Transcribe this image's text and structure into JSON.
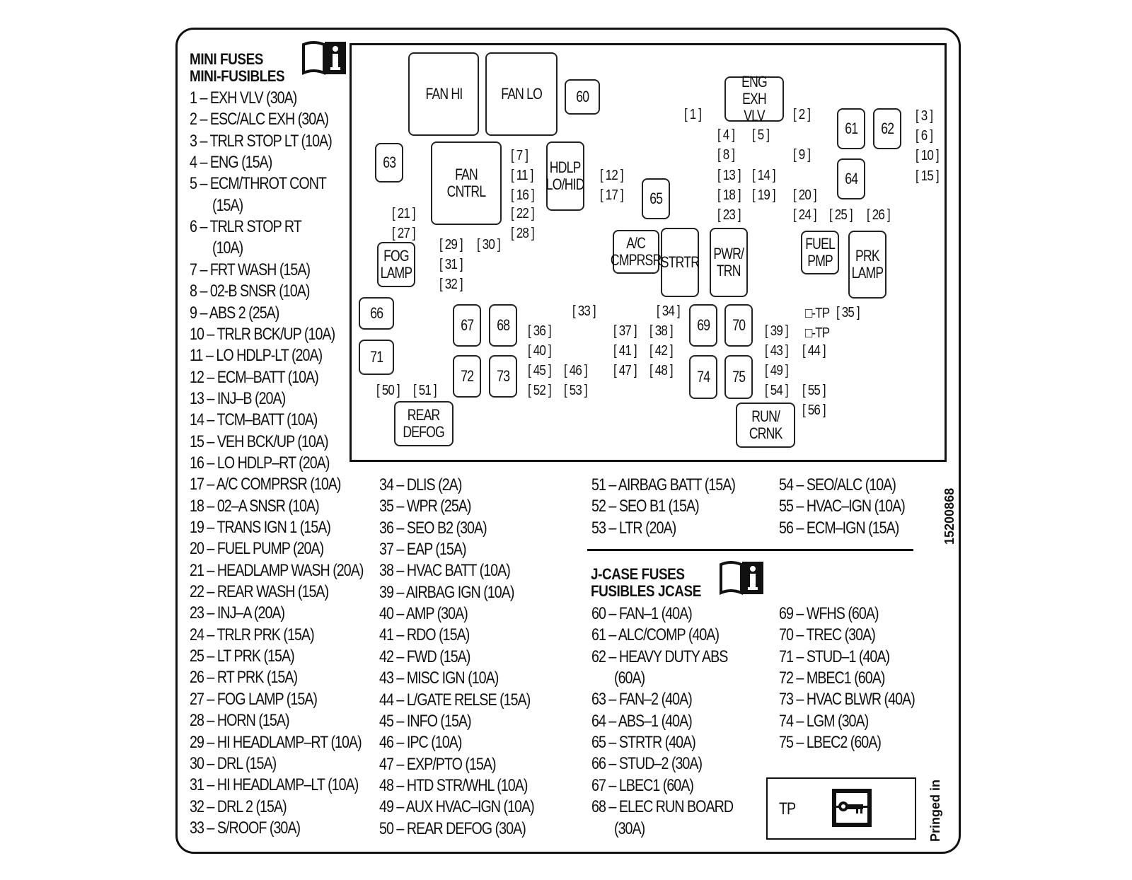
{
  "mini_header": {
    "line1": "MINI FUSES",
    "line2": "MINI-FUSIBLES"
  },
  "jcase_header": {
    "line1": "J-CASE FUSES",
    "line2": "FUSIBLES JCASE"
  },
  "part_number": "15200868",
  "printed_in": "Pringed in",
  "tp_label": "TP",
  "icons": {
    "manual": "manual-book-icon",
    "service": "service-wrench-book-icon"
  },
  "diagram": {
    "fan_hi": "FAN HI",
    "fan_lo": "FAN LO",
    "fan_cntrl": "FAN CNTRL",
    "hdlp": "HDLP\nLO/HID",
    "eng_exh": "ENG EXH\nVLV",
    "fog_lamp": "FOG\nLAMP",
    "ac_cmprsr": "A/C\nCMPRSR",
    "strtr": "STRTR",
    "pwr_trn": "PWR/\nTRN",
    "fuel_pmp": "FUEL\nPMP",
    "prk_lamp": "PRK\nLAMP",
    "rear_defog": "REAR\nDEFOG",
    "run_crnk": "RUN/\nCRNK",
    "tp1": "-TP",
    "tp2": "-TP",
    "relays": [
      "60",
      "61",
      "62",
      "63",
      "64",
      "65",
      "66",
      "67",
      "68",
      "69",
      "70",
      "71",
      "72",
      "73",
      "74",
      "75"
    ],
    "mini": [
      "1",
      "2",
      "3",
      "4",
      "5",
      "6",
      "7",
      "8",
      "9",
      "10",
      "11",
      "12",
      "13",
      "14",
      "15",
      "16",
      "17",
      "18",
      "19",
      "20",
      "21",
      "22",
      "23",
      "24",
      "25",
      "26",
      "27",
      "28",
      "29",
      "30",
      "31",
      "32",
      "33",
      "34",
      "35",
      "36",
      "37",
      "38",
      "39",
      "40",
      "41",
      "42",
      "43",
      "44",
      "45",
      "46",
      "47",
      "48",
      "49",
      "50",
      "51",
      "52",
      "53",
      "54",
      "55",
      "56"
    ]
  },
  "list_col1": [
    "1 – EXH VLV (30A)",
    "2 – ESC/ALC EXH (30A)",
    "3 – TRLR STOP LT (10A)",
    "4 – ENG (15A)",
    "5 – ECM/THROT CONT",
    "(15A)",
    "6 – TRLR STOP RT",
    "(10A)",
    "7 – FRT WASH (15A)",
    "8 – 02-B SNSR  (10A)",
    "9 – ABS 2 (25A)",
    "10 – TRLR BCK/UP (10A)",
    "11 – LO HDLP-LT (20A)",
    "12 – ECM–BATT (10A)",
    "13 – INJ–B (20A)",
    "14 – TCM–BATT (10A)",
    "15 – VEH BCK/UP (10A)",
    "16 – LO HDLP–RT (20A)",
    "17 – A/C COMPRSR (10A)",
    "18 – 02–A SNSR (10A)",
    "19 – TRANS IGN 1 (15A)",
    "20 – FUEL PUMP (20A)",
    "21 – HEADLAMP WASH (20A)",
    "22 – REAR WASH (15A)",
    "23 – INJ–A (20A)",
    "24 – TRLR PRK (15A)",
    "25 – LT PRK (15A)",
    "26 – RT PRK (15A)",
    "27 – FOG LAMP (15A)",
    "28 – HORN (15A)",
    "29 – HI HEADLAMP–RT (10A)",
    "30 – DRL (15A)",
    "31 – HI HEADLAMP–LT (10A)",
    "32 – DRL 2 (15A)",
    "33 – S/ROOF (30A)"
  ],
  "list_col2": [
    "34 – DLIS (2A)",
    "35 – WPR (25A)",
    "36 – SEO B2 (30A)",
    "37 – EAP (15A)",
    "38 – HVAC BATT (10A)",
    "39 – AIRBAG IGN (10A)",
    "40 – AMP (30A)",
    "41 – RDO (15A)",
    "42 – FWD (15A)",
    "43 – MISC IGN (10A)",
    "44 – L/GATE RELSE (15A)",
    "45 – INFO (15A)",
    "46 – IPC (10A)",
    "47 – EXP/PTO (15A)",
    "48 – HTD STR/WHL (10A)",
    "49 – AUX HVAC–IGN (10A)",
    "50 – REAR DEFOG (30A)"
  ],
  "list_col3": [
    "51 – AIRBAG BATT (15A)",
    "52 – SEO B1 (15A)",
    "53 – LTR (20A)"
  ],
  "list_col4": [
    "54 – SEO/ALC (10A)",
    "55 – HVAC–IGN (10A)",
    "56 – ECM–IGN (15A)"
  ],
  "list_col5": [
    "60 – FAN–1 (40A)",
    "61 – ALC/COMP (40A)",
    "62 – HEAVY DUTY ABS",
    "(60A)",
    "63 – FAN–2 (40A)",
    "64 – ABS–1 (40A)",
    "65 – STRTR (40A)",
    "66 – STUD–2 (30A)",
    "67 – LBEC1 (60A)",
    "68 – ELEC RUN BOARD",
    "(30A)"
  ],
  "list_col6": [
    "69 – WFHS (60A)",
    "70 – TREC (30A)",
    "71 – STUD–1 (40A)",
    "72 – MBEC1 (60A)",
    "73 – HVAC BLWR (40A)",
    "74 – LGM (30A)",
    "75 – LBEC2 (60A)"
  ]
}
